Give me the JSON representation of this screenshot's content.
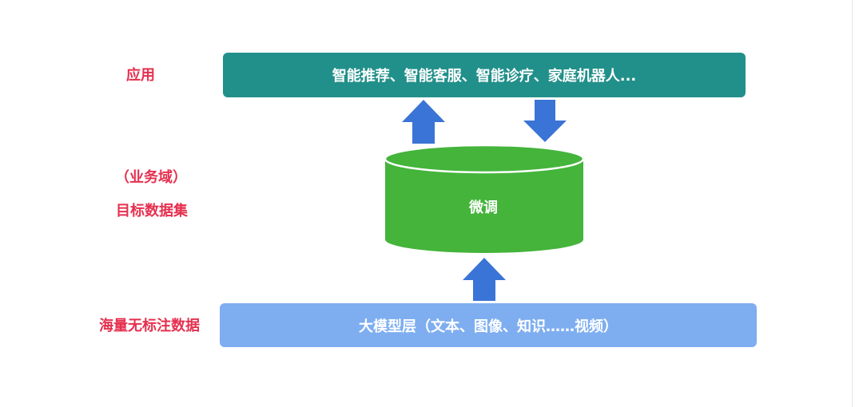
{
  "labels": {
    "application": "应用",
    "domain_line1": "（业务域）",
    "domain_line2": "目标数据集",
    "unlabeled": "海量无标注数据"
  },
  "boxes": {
    "application": "智能推荐、智能客服、智能诊疗、家庭机器人...",
    "finetune": "微调",
    "foundation": "大模型层（文本、图像、知识……视频）"
  },
  "colors": {
    "label_text": "#e5304f",
    "application_box": "#22908a",
    "finetune_cylinder": "#44b43b",
    "foundation_box": "#7eaef0",
    "arrows": "#3a74d6"
  }
}
